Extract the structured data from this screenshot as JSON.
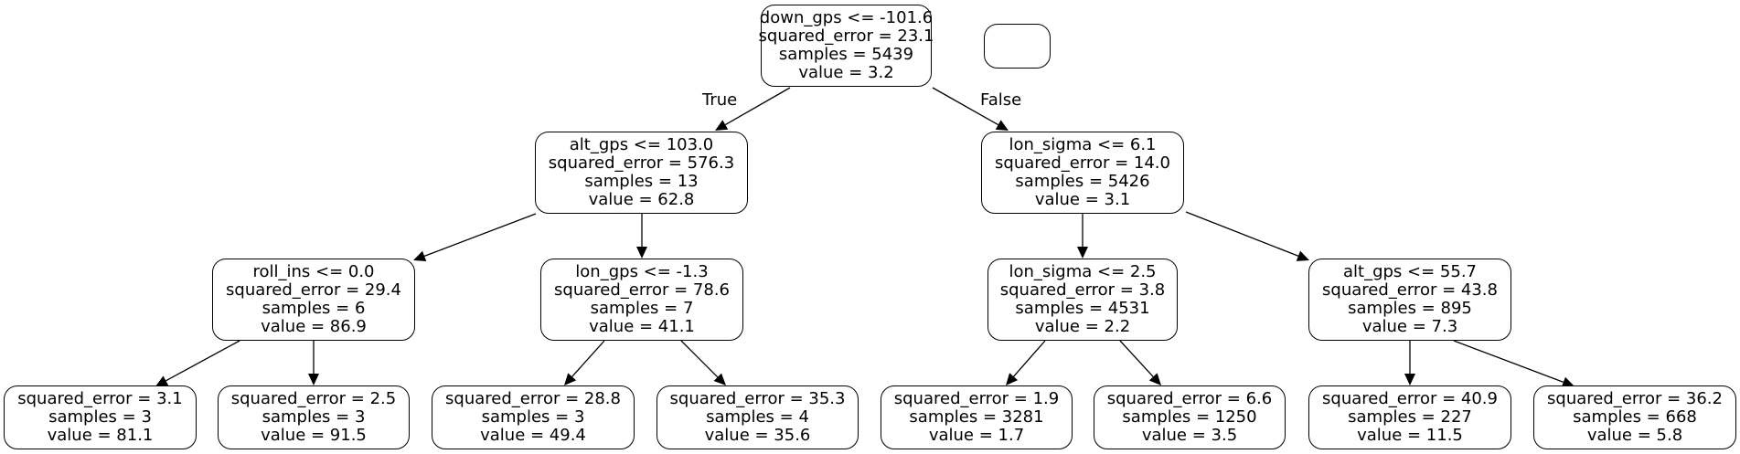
{
  "nodes": [
    {
      "id": "n0",
      "lines": [
        "down_gps <= -101.6",
        "squared_error = 23.1",
        "samples = 5439",
        "value = 3.2"
      ]
    },
    {
      "id": "legend",
      "lines": []
    },
    {
      "id": "n1",
      "lines": [
        "alt_gps <= 103.0",
        "squared_error = 576.3",
        "samples = 13",
        "value = 62.8"
      ]
    },
    {
      "id": "n8",
      "lines": [
        "lon_sigma <= 6.1",
        "squared_error = 14.0",
        "samples = 5426",
        "value = 3.1"
      ]
    },
    {
      "id": "n2",
      "lines": [
        "roll_ins <= 0.0",
        "squared_error = 29.4",
        "samples = 6",
        "value = 86.9"
      ]
    },
    {
      "id": "n5",
      "lines": [
        "lon_gps <= -1.3",
        "squared_error = 78.6",
        "samples = 7",
        "value = 41.1"
      ]
    },
    {
      "id": "n9",
      "lines": [
        "lon_sigma <= 2.5",
        "squared_error = 3.8",
        "samples = 4531",
        "value = 2.2"
      ]
    },
    {
      "id": "n12",
      "lines": [
        "alt_gps <= 55.7",
        "squared_error = 43.8",
        "samples = 895",
        "value = 7.3"
      ]
    },
    {
      "id": "n3",
      "lines": [
        "squared_error = 3.1",
        "samples = 3",
        "value = 81.1"
      ]
    },
    {
      "id": "n4",
      "lines": [
        "squared_error = 2.5",
        "samples = 3",
        "value = 91.5"
      ]
    },
    {
      "id": "n6",
      "lines": [
        "squared_error = 28.8",
        "samples = 3",
        "value = 49.4"
      ]
    },
    {
      "id": "n7",
      "lines": [
        "squared_error = 35.3",
        "samples = 4",
        "value = 35.6"
      ]
    },
    {
      "id": "n10",
      "lines": [
        "squared_error = 1.9",
        "samples = 3281",
        "value = 1.7"
      ]
    },
    {
      "id": "n11",
      "lines": [
        "squared_error = 6.6",
        "samples = 1250",
        "value = 3.5"
      ]
    },
    {
      "id": "n13",
      "lines": [
        "squared_error = 40.9",
        "samples = 227",
        "value = 11.5"
      ]
    },
    {
      "id": "n14",
      "lines": [
        "squared_error = 36.2",
        "samples = 668",
        "value = 5.8"
      ]
    }
  ],
  "edges": [
    {
      "from": "n0",
      "to": "n1",
      "label": "True"
    },
    {
      "from": "n0",
      "to": "n8",
      "label": "False"
    },
    {
      "from": "n1",
      "to": "n2",
      "label": ""
    },
    {
      "from": "n1",
      "to": "n5",
      "label": ""
    },
    {
      "from": "n8",
      "to": "n9",
      "label": ""
    },
    {
      "from": "n8",
      "to": "n12",
      "label": ""
    },
    {
      "from": "n2",
      "to": "n3",
      "label": ""
    },
    {
      "from": "n2",
      "to": "n4",
      "label": ""
    },
    {
      "from": "n5",
      "to": "n6",
      "label": ""
    },
    {
      "from": "n5",
      "to": "n7",
      "label": ""
    },
    {
      "from": "n9",
      "to": "n10",
      "label": ""
    },
    {
      "from": "n9",
      "to": "n11",
      "label": ""
    },
    {
      "from": "n12",
      "to": "n13",
      "label": ""
    },
    {
      "from": "n12",
      "to": "n14",
      "label": ""
    }
  ]
}
